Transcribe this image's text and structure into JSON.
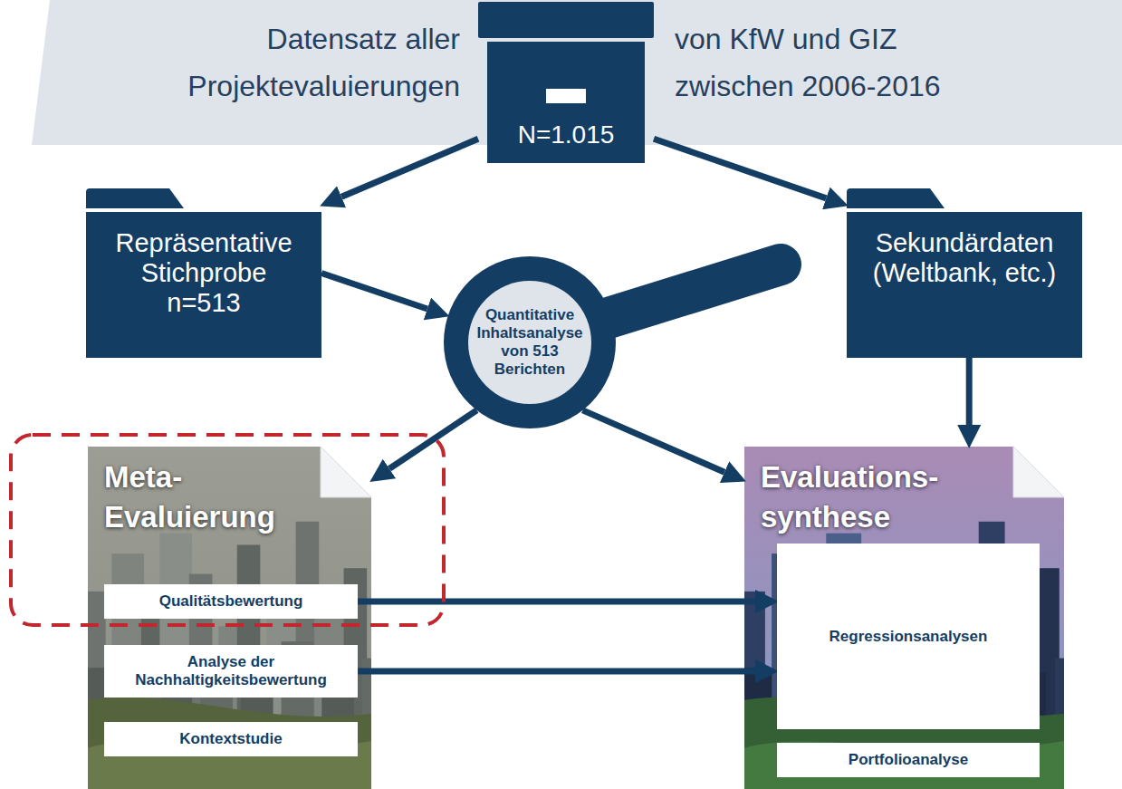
{
  "diagram": {
    "nodes": [
      {
        "text": [
          "Datensatz aller Projektevaluierungen",
          "von KfW und GIZ zwischen 2006-2016"
        ]
      },
      {
        "text": [
          "N=1.015"
        ],
        "in": 0
      },
      {
        "text": [
          "Repräsentative Stichprobe n=513"
        ]
      },
      {
        "text": [
          "Sekundärdaten (Weltbank, etc.)"
        ]
      },
      {
        "text": [
          "Quantitative Inhaltsanalyse von 513 Berichten"
        ]
      },
      {
        "text": [
          "Meta- Evaluierung"
        ]
      },
      {
        "text": [
          "Qualitätsbewertung"
        ],
        "in": 5
      },
      {
        "text": [
          "Analyse der Nachhaltigkeitsbewertung"
        ],
        "in": 5
      },
      {
        "text": [
          "Kontextstudie"
        ],
        "in": 5
      },
      {
        "text": [
          "Evaluations- synthese"
        ]
      },
      {
        "text": [
          "Regressionsanalysen"
        ],
        "in": 9
      },
      {
        "text": [
          "Portfolioanalyse"
        ],
        "in": 9
      }
    ],
    "edges": [
      {
        "from": 1,
        "to": 2,
        "arrow": "to"
      },
      {
        "from": 1,
        "to": 3,
        "arrow": "to"
      },
      {
        "from": 2,
        "to": 4,
        "arrow": "to"
      },
      {
        "from": 4,
        "to": 5,
        "arrow": "to"
      },
      {
        "from": 4,
        "to": 9,
        "arrow": "to"
      },
      {
        "from": 3,
        "to": 9,
        "arrow": "to"
      },
      {
        "from": 6,
        "to": 10,
        "arrow": "to"
      },
      {
        "from": 7,
        "to": 10,
        "arrow": "to"
      }
    ]
  }
}
